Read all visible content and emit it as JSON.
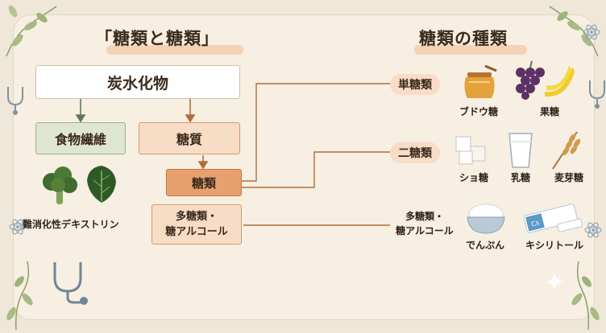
{
  "left_section": {
    "title": "「糖類と糖類」",
    "carbohydrate": "炭水化物",
    "dietary_fiber": "食物繊維",
    "sugar_substance": "糖質",
    "sugars": "糖類",
    "polysaccharide_line1": "多糖類・",
    "polysaccharide_line2": "糖アルコール",
    "dextrin_label": "難消化性デキストリン"
  },
  "right_section": {
    "title": "糖類の種類",
    "monosaccharide": "単糖類",
    "disaccharide": "二糖類",
    "poly_line1": "多糖類・",
    "poly_line2": "糖アルコール",
    "items": {
      "glucose": "ブドウ糖",
      "fructose": "果糖",
      "sucrose": "ショ糖",
      "lactose": "乳糖",
      "maltose": "麦芽糖",
      "starch": "でんぷん",
      "xylitol": "キシリトール"
    },
    "gum_label": "Cs"
  },
  "colors": {
    "background": "#efe7d8",
    "line_orange": "#b36d3a",
    "fiber_fill": "#dfe6d0",
    "sugar_fill": "#f7dcc6",
    "sugars_fill": "#e8a06e"
  }
}
